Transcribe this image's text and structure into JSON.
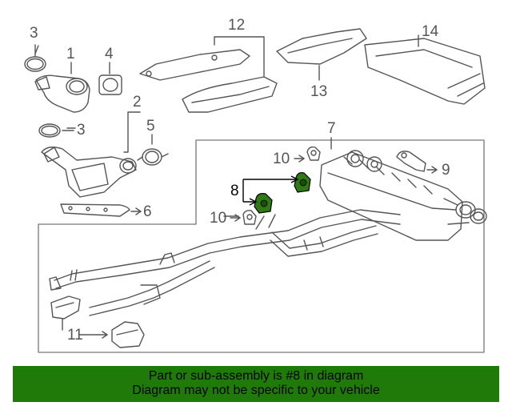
{
  "callouts": {
    "c1": "1",
    "c2": "2",
    "c3a": "3",
    "c3b": "3",
    "c4": "4",
    "c5": "5",
    "c6": "6",
    "c7": "7",
    "c8": "8",
    "c9": "9",
    "c10a": "10",
    "c10b": "10",
    "c11": "11",
    "c12": "12",
    "c13": "13",
    "c14": "14"
  },
  "banner": {
    "line1": "Part or sub-assembly is #8 in diagram",
    "line2": "Diagram may not be specific to your vehicle"
  },
  "colors": {
    "banner_bg": "#1f7a0a",
    "highlight": "#2e7d12",
    "line": "#555555"
  }
}
